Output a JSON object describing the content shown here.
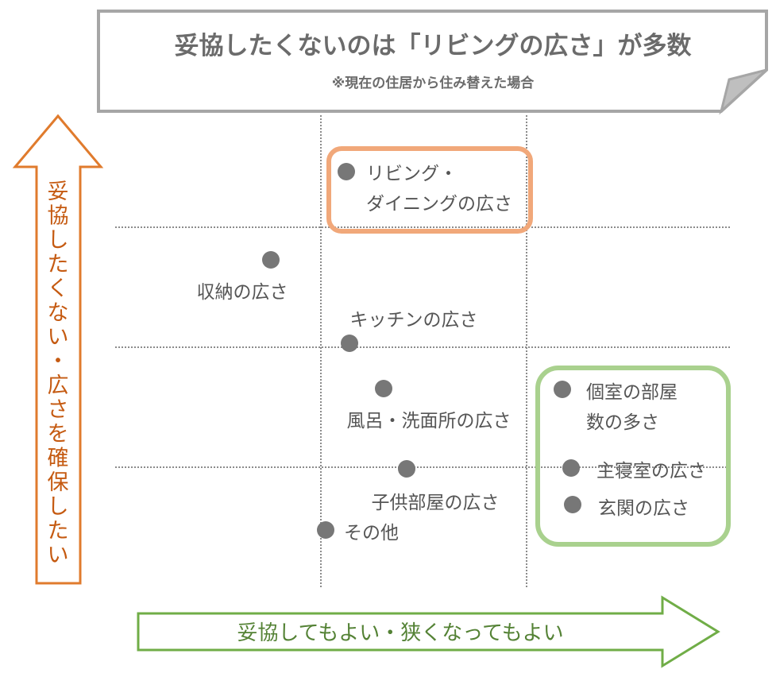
{
  "title": "妥協したくないのは「リビングの広さ」が多数",
  "subtitle": "※現在の住居から住み替えた場合",
  "chart_data": {
    "type": "scatter",
    "y_axis_label": "妥協したくない・広さを確保したい",
    "x_axis_label": "妥協してもよい・狭くなってもよい",
    "colors": {
      "point": "#777777",
      "highlight_orange": "#f1a87a",
      "highlight_green": "#a9d18e",
      "y_arrow": "#e07b2d",
      "x_arrow": "#70ad47"
    },
    "points": [
      {
        "label_lines": [
          "リビング・",
          "ダイニングの広さ"
        ],
        "highlight": "orange"
      },
      {
        "label_lines": [
          "収納の広さ"
        ]
      },
      {
        "label_lines": [
          "キッチンの広さ"
        ]
      },
      {
        "label_lines": [
          "風呂・洗面所の広さ"
        ]
      },
      {
        "label_lines": [
          "子供部屋の広さ"
        ]
      },
      {
        "label_lines": [
          "その他"
        ]
      },
      {
        "label_lines": [
          "個室の部屋",
          "数の多さ"
        ],
        "highlight": "green"
      },
      {
        "label_lines": [
          "主寝室の広さ"
        ],
        "highlight": "green"
      },
      {
        "label_lines": [
          "玄関の広さ"
        ],
        "highlight": "green"
      }
    ]
  }
}
